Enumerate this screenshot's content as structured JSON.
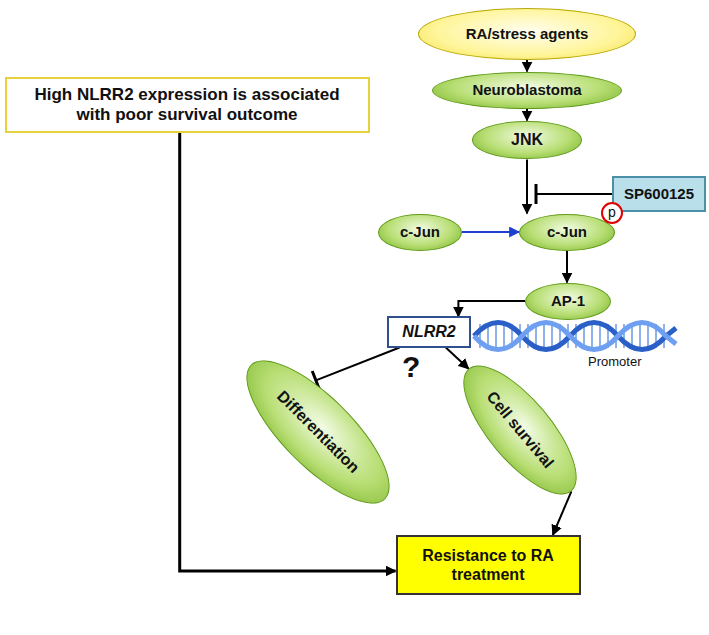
{
  "diagram": {
    "nodes": [
      {
        "text": [
          "RA/stress agents"
        ]
      },
      {
        "text": [
          "Neuroblastoma"
        ]
      },
      {
        "text": [
          "JNK"
        ]
      },
      {
        "text": [
          "SP600125"
        ]
      },
      {
        "text": [
          "c-Jun"
        ]
      },
      {
        "text": [
          "c-Jun"
        ]
      },
      {
        "text": [
          "AP-1"
        ]
      },
      {
        "text": [
          "NLRR2"
        ]
      },
      {
        "text": [
          "Differentiation"
        ]
      },
      {
        "text": [
          "Cell survival"
        ]
      },
      {
        "text": [
          "Resistance to RA treatment"
        ]
      },
      {
        "text": [
          "High NLRR2 expression is associated with poor survival outcome"
        ]
      }
    ],
    "edges": [
      {
        "from": 0,
        "to": 1,
        "arrow": "to"
      },
      {
        "from": 1,
        "to": 2,
        "arrow": "to"
      },
      {
        "from": 2,
        "to": 5,
        "arrow": "to"
      },
      {
        "from": 4,
        "to": 5,
        "arrow": "to"
      },
      {
        "from": 5,
        "to": 6,
        "arrow": "to"
      },
      {
        "from": 6,
        "to": 7,
        "arrow": "to"
      },
      {
        "from": 7,
        "to": 8,
        "arrow": "none"
      },
      {
        "from": 7,
        "to": 9,
        "arrow": "to"
      },
      {
        "from": 9,
        "to": 10,
        "arrow": "to"
      },
      {
        "from": 11,
        "to": 10,
        "arrow": "to"
      }
    ],
    "labels": [
      "p",
      "Promoter",
      "?"
    ]
  }
}
